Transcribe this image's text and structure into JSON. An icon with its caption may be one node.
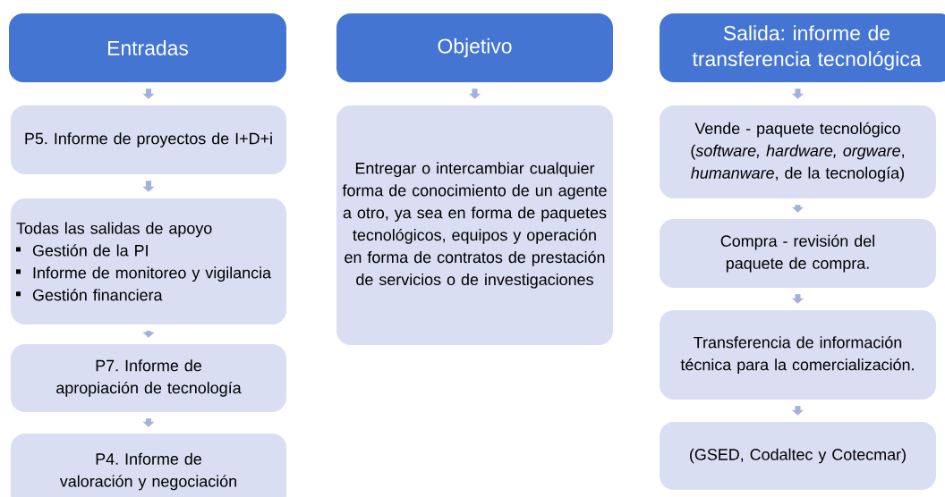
{
  "diagram": {
    "nodes": [
      {
        "text": [
          "Entradas"
        ]
      },
      {
        "text": [
          "P5. Informe de proyectos de I+D+i"
        ]
      },
      {
        "text": [
          "Todas las salidas de apoyo",
          "Gestión de la PI",
          "Informe de monitoreo y vigilancia",
          "Gestión financiera"
        ]
      },
      {
        "text": [
          "P7. Informe de apropiación de tecnología"
        ]
      },
      {
        "text": [
          "P4. Informe de valoración y negociación"
        ]
      },
      {
        "text": [
          "Objetivo"
        ]
      },
      {
        "text": [
          "Entregar o intercambiar cualquier forma de conocimiento de un agente a otro, ya sea en forma de paquetes tecnológicos, equipos y operación en forma de contratos de prestación de servicios o de investigaciones"
        ]
      },
      {
        "text": [
          "Salida: informe de transferencia tecnológica"
        ]
      },
      {
        "text": [
          "Vende - paquete tecnológico (*software, hardware, orgware*, *humanware*, de la tecnología)"
        ]
      },
      {
        "text": [
          "Compra - revisión del paquete de compra."
        ]
      },
      {
        "text": [
          "Transferencia de información técnica para la comercialización."
        ]
      },
      {
        "text": [
          "(GSED, Codaltec y Cotecmar)"
        ]
      }
    ],
    "edges": [
      {
        "from": 0,
        "to": 1,
        "arrow": "to"
      },
      {
        "from": 1,
        "to": 2,
        "arrow": "to"
      },
      {
        "from": 2,
        "to": 3,
        "arrow": "to"
      },
      {
        "from": 3,
        "to": 4,
        "arrow": "to"
      },
      {
        "from": 5,
        "to": 6,
        "arrow": "to"
      },
      {
        "from": 7,
        "to": 8,
        "arrow": "to"
      },
      {
        "from": 8,
        "to": 9,
        "arrow": "to"
      },
      {
        "from": 9,
        "to": 10,
        "arrow": "to"
      },
      {
        "from": 10,
        "to": 11,
        "arrow": "to"
      }
    ]
  }
}
